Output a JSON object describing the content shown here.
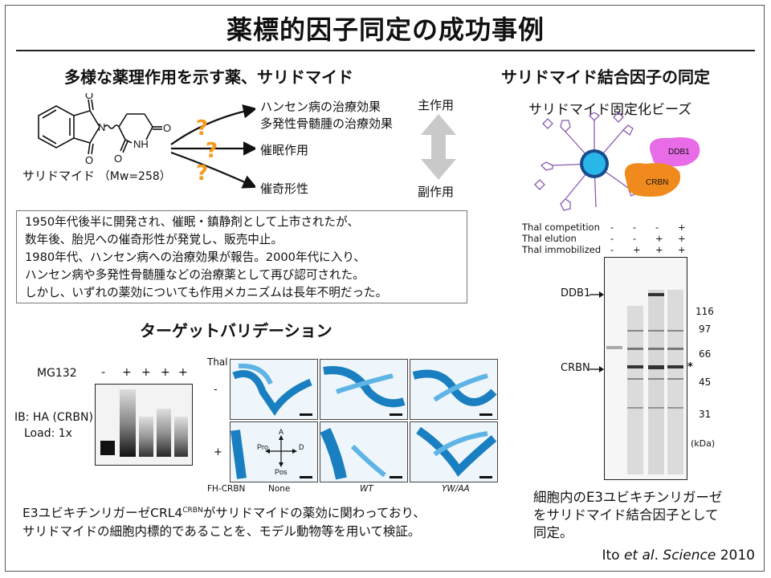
{
  "title": "薬標的因子同定の成功事例",
  "left_heading": "多様な薬理作用を示す薬、サリドマイド",
  "right_heading": "サリドマイド結合因子の同定",
  "structure": {
    "name": "サリドマイド",
    "mw": "（Mw=258）",
    "atoms": {
      "o1": "O",
      "o2": "O",
      "o3": "O",
      "o4": "O",
      "n": "N",
      "nh": "NH"
    }
  },
  "effects": {
    "main_label": "主作用",
    "side_label": "副作用",
    "question": "?",
    "items": [
      "ハンセン病の治療効果",
      "多発性骨髄腫の治療効果",
      "催眠作用",
      "催奇形性"
    ]
  },
  "history": [
    "1950年代後半に開発され、催眠・鎮静剤として上市されたが、",
    "数年後、胎児への催奇形性が発覚し、販売中止。",
    "1980年代、ハンセン病への治療効果が報告。2000年代に入り、",
    "ハンセン病や多発性骨髄腫などの治療薬として再び認可された。",
    "しかし、いずれの薬効についても作用メカニズムは長年不明だった。"
  ],
  "validation": {
    "heading": "ターゲットバリデーション",
    "mg132": "MG132",
    "mg132_marks": [
      "-",
      "+",
      "+",
      "+",
      "+"
    ],
    "ib_label": "IB: HA (CRBN)",
    "load_label": "Load: 1x",
    "thal_label": "Thal",
    "row_marks": [
      "-",
      "+"
    ],
    "fh_label": "FH-CRBN",
    "columns": [
      "None",
      "WT",
      "YW/AA"
    ],
    "axis": {
      "up": "A",
      "down": "Pos",
      "left": "Pro",
      "right": "D"
    },
    "conclusion_line1_pre": "E3ユビキチンリガーゼCRL4",
    "conclusion_line1_sup": "CRBN",
    "conclusion_line1_post": "がサリドマイドの薬効に関わっており、",
    "conclusion_line2": "サリドマイドの細胞内標的であることを、モデル動物等を用いて検証。"
  },
  "beads": {
    "label": "サリドマイド固定化ビーズ",
    "proteins": [
      "DDB1",
      "CRBN"
    ],
    "colors": {
      "bead": "#29b6e8",
      "ddb1": "#e86be8",
      "crbn": "#f08a1c",
      "ligand": "#8a5ab0"
    }
  },
  "pulldown": {
    "rows": [
      {
        "label": "Thal competition",
        "marks": [
          "-",
          "-",
          "-",
          "+"
        ]
      },
      {
        "label": "Thal elution",
        "marks": [
          "-",
          "-",
          "+",
          "+"
        ]
      },
      {
        "label": "Thal immobilized",
        "marks": [
          "-",
          "+",
          "+",
          "+"
        ]
      }
    ],
    "markers": [
      "116",
      "97",
      "66",
      "45",
      "31"
    ],
    "unit": "(kDa)",
    "band_labels": [
      "DDB1",
      "CRBN"
    ],
    "star": "*"
  },
  "result": [
    "細胞内のE3ユビキチンリガーゼ",
    "をサリドマイド結合因子として",
    "同定。"
  ],
  "reference": {
    "author": "Ito",
    "etal": "et al",
    "journal": "Science",
    "year": "2010"
  }
}
